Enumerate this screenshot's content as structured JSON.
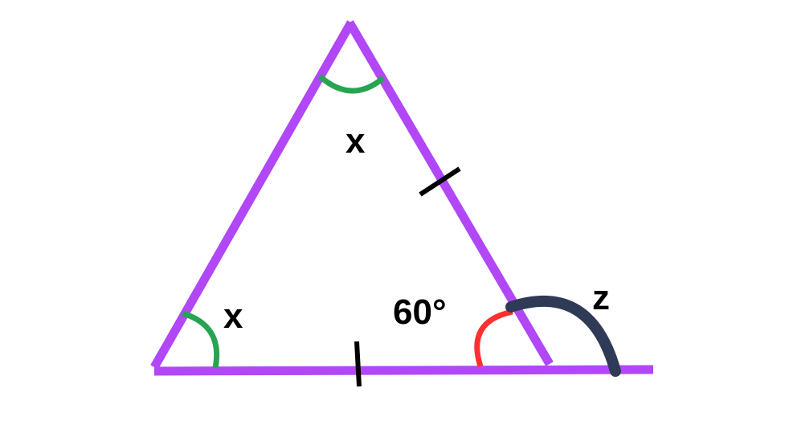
{
  "labels": {
    "top_angle": "x",
    "left_angle": "x",
    "interior_right_angle": "60°",
    "exterior_angle": "z"
  },
  "colors": {
    "triangle": "#b147f7",
    "equal_angle_arcs": "#27a451",
    "interior_angle_arc": "#ff3030",
    "exterior_angle_arc": "#2f3a56",
    "tick_marks": "#000000"
  }
}
